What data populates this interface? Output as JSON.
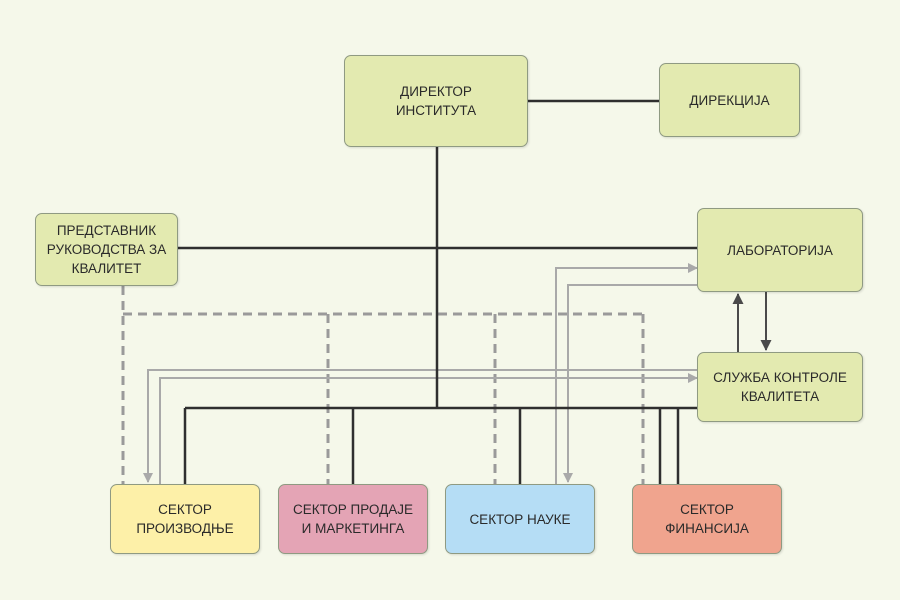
{
  "nodes": {
    "director": {
      "label": "ДИРЕКТОР\nИНСТИТУТА",
      "color": "#e3eab0"
    },
    "directorate": {
      "label": "ДИРЕКЦИЈА",
      "color": "#e3eab0"
    },
    "quality_rep": {
      "label": "ПРЕДСТАВНИК\nРУКОВОДСТВА ЗА\nКВАЛИТЕТ",
      "color": "#e3eab0"
    },
    "laboratory": {
      "label": "ЛАБОРАТОРИЈА",
      "color": "#e3eab0"
    },
    "quality_control": {
      "label": "СЛУЖБА КОНТРОЛЕ\nКВАЛИТЕТА",
      "color": "#e3eab0"
    },
    "production": {
      "label": "СЕКТОР\nПРОИЗВОДЊЕ",
      "color": "#fdf0a8"
    },
    "sales": {
      "label": "СЕКТОР ПРОДАЈЕ\nИ МАРКЕТИНГА",
      "color": "#e4a4b5"
    },
    "science": {
      "label": "СЕКТОР НАУКЕ",
      "color": "#b5ddf5"
    },
    "finance": {
      "label": "СЕКТОР\nФИНАНСИЈА",
      "color": "#f0a48e"
    }
  },
  "colors": {
    "solid_line": "#2f2f2f",
    "dashed_line": "#9a9a9a",
    "feedback_line": "#a9a9a9",
    "background": "#f5f8ea"
  }
}
